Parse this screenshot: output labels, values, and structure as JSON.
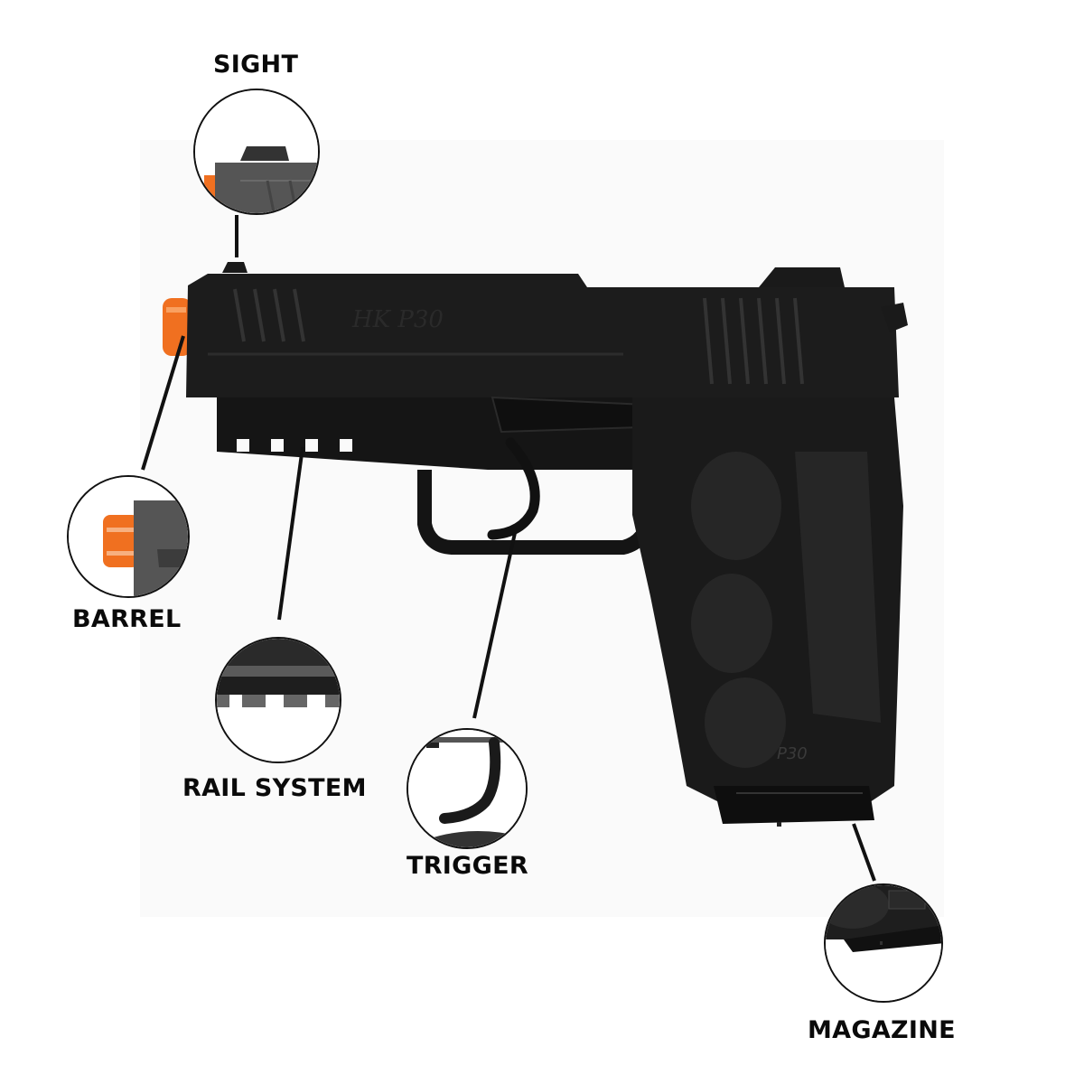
{
  "diagram": {
    "subject": "HK P30 airsoft pistol",
    "slide_engraving": "HK P30",
    "grip_engraving": "P30",
    "labels": {
      "sight": "SIGHT",
      "barrel": "BARREL",
      "rail": "RAIL SYSTEM",
      "trigger": "TRIGGER",
      "magazine": "MAGAZINE"
    },
    "colors": {
      "background": "#ffffff",
      "gun_body": "#1c1c1c",
      "tip": "#f07020",
      "label_text": "#0a0a0a",
      "leader_line": "#111111"
    }
  }
}
